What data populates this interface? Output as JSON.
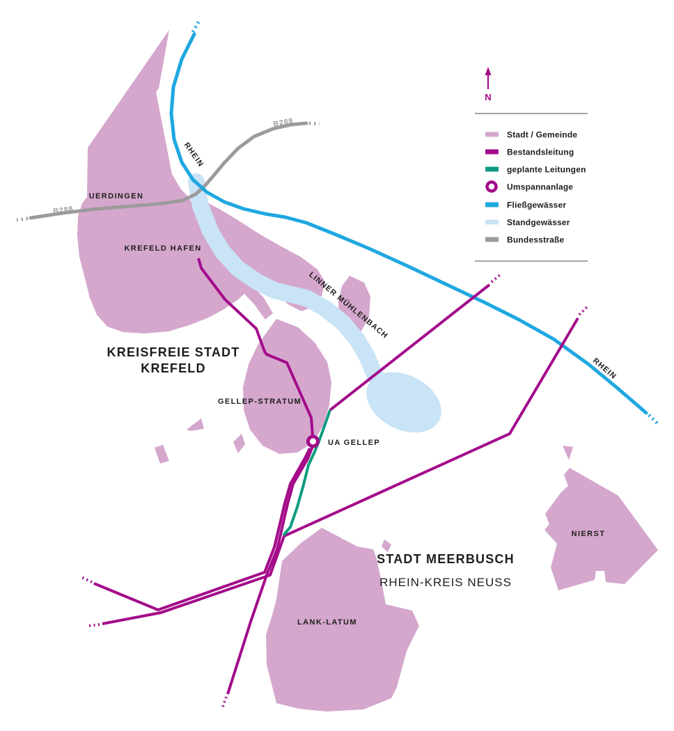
{
  "colors": {
    "background": "#ffffff",
    "municipality": "#d5a7cd",
    "existing_line": "#a30b8a",
    "planned_line": "#0d9c80",
    "river": "#1fa7e0",
    "still_water": "#c8e4f6",
    "road": "#9b9b9b",
    "label": "#1d1d1b",
    "legend_rule": "#6d6e70"
  },
  "north": {
    "label": "N"
  },
  "legend": {
    "items": [
      {
        "label": "Stadt / Gemeinde",
        "swatch": "municipality-swatch"
      },
      {
        "label": "Bestandsleitung",
        "swatch": "existing-line-swatch"
      },
      {
        "label": "geplante Leitungen",
        "swatch": "planned-line-swatch"
      },
      {
        "label": "Umspannanlage",
        "swatch": "substation-ring-swatch"
      },
      {
        "label": "Fließgewässer",
        "swatch": "river-swatch"
      },
      {
        "label": "Standgewässer",
        "swatch": "still-water-swatch"
      },
      {
        "label": "Bundesstraße",
        "swatch": "road-swatch"
      }
    ]
  },
  "map_labels": {
    "uerdingen": "UERDINGEN",
    "krefeld_hafen": "KREFELD HAFEN",
    "kreisfreie_line1": "KREISFREIE STADT",
    "kreisfreie_line2": "KREFELD",
    "gellep_stratum": "GELLEP-STRATUM",
    "ua_gellep": "UA GELLEP",
    "stadt_meerbusch": "STADT MEERBUSCH",
    "rhein_kreis_neuss": "RHEIN-KREIS NEUSS",
    "nierst": "NIERST",
    "lank_latum": "LANK-LATUM",
    "rhein_upper": "RHEIN",
    "rhein_lower": "RHEIN",
    "linner_muehlenbach": "LINNER MÜHLENBACH",
    "b288_left": "B288",
    "b288_right": "B288"
  }
}
